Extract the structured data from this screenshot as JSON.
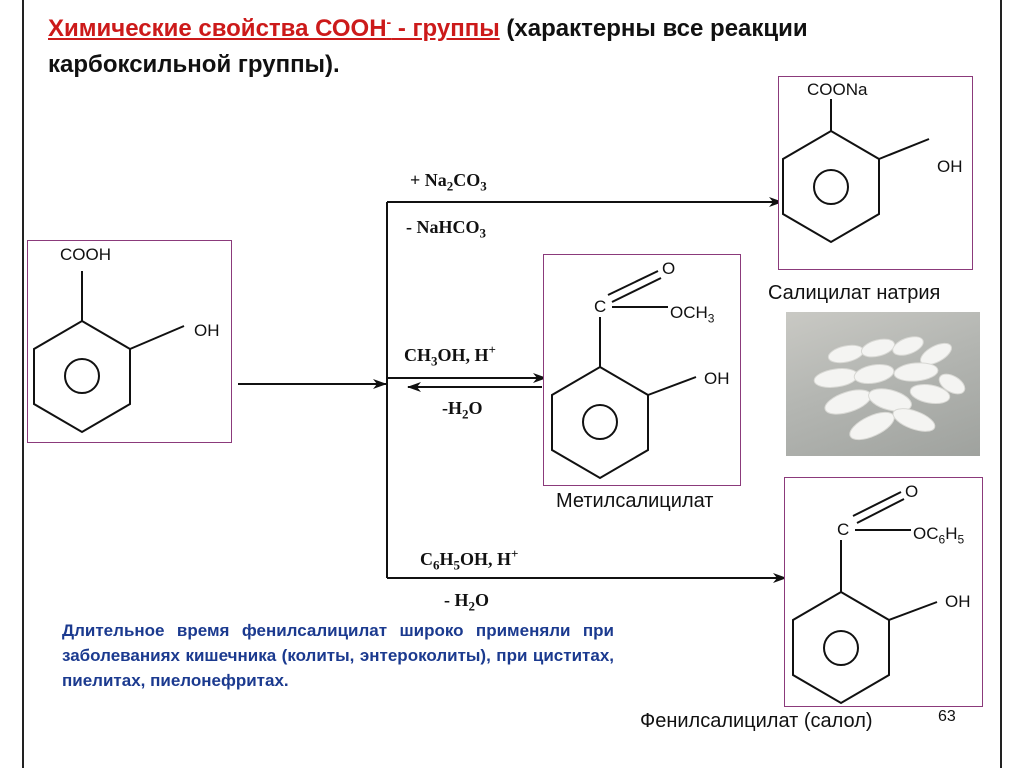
{
  "title": {
    "highlight": "Химические свойства СООН",
    "superscript": "-",
    "highlight_tail": " - группы",
    "rest": " (характерны все реакции",
    "line2": "карбоксильной группы)."
  },
  "reactant": {
    "group_label": "COOH",
    "oh_label": "OH"
  },
  "products": {
    "sodium": {
      "group_label": "COONa",
      "oh_label": "OH",
      "caption": "Салицилат натрия"
    },
    "methyl": {
      "o_label": "O",
      "c_label": "C",
      "ester_label_main": "OCH",
      "ester_label_sub": "3",
      "oh_label": "OH",
      "caption": "Метилсалицилат"
    },
    "phenyl": {
      "o_label": "O",
      "c_label": "C",
      "ester_label_oc": "OC",
      "ester_label_6": "6",
      "ester_label_h": "H",
      "ester_label_5": "5",
      "oh_label": "OH",
      "caption": "Фенилсалицилат (салол)"
    }
  },
  "reagents": {
    "r1_top": {
      "a": "+ Na",
      "b": "2",
      "c": "CO",
      "d": "3"
    },
    "r1_bottom": {
      "a": "- NaHCO",
      "b": "3"
    },
    "r2_top": {
      "a": "CH",
      "b": "3",
      "c": "OH, H",
      "d": "+"
    },
    "r2_bottom": {
      "a": "-H",
      "b": "2",
      "c": "O"
    },
    "r3_top": {
      "a": "C",
      "b": "6",
      "c": "H",
      "d": "5",
      "e": "OH, H",
      "f": "+"
    },
    "r3_bottom": {
      "a": "- H",
      "b": "2",
      "c": "O"
    }
  },
  "note": "Длительное время фенилсалицилат широко применяли при заболеваниях кишечника (колиты, энтероколиты), при циститах, пиелитах, пиелонефритах.",
  "page_number": "63",
  "colors": {
    "title_red": "#cc1a1a",
    "note_blue": "#1b3a8f",
    "box_border": "#8b3a7b"
  },
  "photo": {
    "icon": "tablets-photo"
  }
}
